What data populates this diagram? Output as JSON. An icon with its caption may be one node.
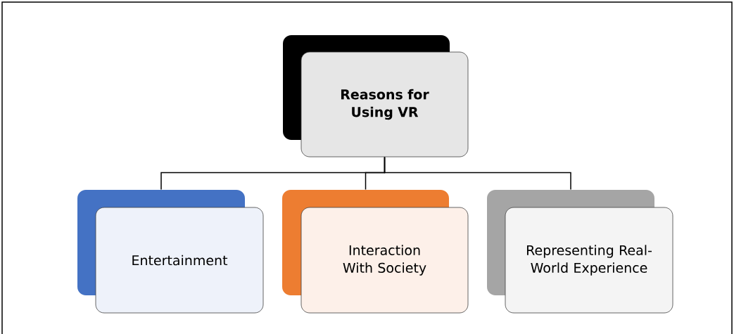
{
  "diagram": {
    "nodes": [
      {
        "text": [
          "**Reasons for Using VR**"
        ]
      },
      {
        "text": [
          "Entertainment"
        ]
      },
      {
        "text": [
          "Interaction With Society"
        ]
      },
      {
        "text": [
          "Representing Real-World Experience"
        ]
      }
    ],
    "edges": [
      {
        "from": 0,
        "to": 1,
        "arrow": "none"
      },
      {
        "from": 0,
        "to": 2,
        "arrow": "none"
      },
      {
        "from": 0,
        "to": 3,
        "arrow": "none"
      }
    ]
  }
}
